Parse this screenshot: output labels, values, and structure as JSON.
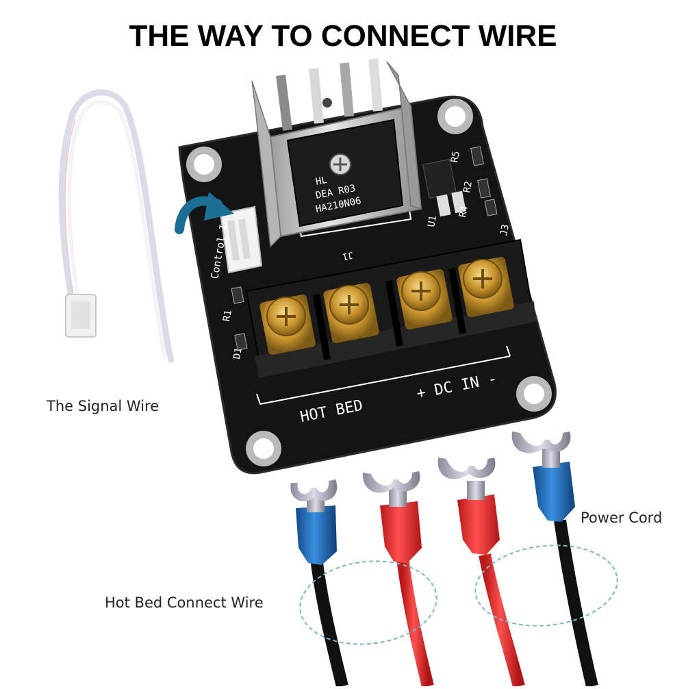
{
  "title": "THE WAY TO CONNECT WIRE",
  "labels": {
    "signal_wire": "The Signal Wire",
    "hot_bed_wire": "Hot Bed Connect Wire",
    "power_cord": "Power Cord"
  },
  "board": {
    "hot_bed": "HOT BED",
    "dc_in": "+ DC IN -",
    "control_in": "Control In",
    "mosfet_marking": [
      "HL",
      "DEA R03",
      "HA210N06"
    ],
    "components": [
      "R5",
      "R2",
      "R4",
      "U1",
      "R1",
      "D1",
      "J3",
      "J1"
    ]
  },
  "colors": {
    "board": "#151515",
    "heatsink": "#c9c9c9",
    "terminal_brass": "#d2a23a",
    "wire_red": "#e52b2b",
    "wire_black": "#111111",
    "lug_blue": "#1f6fc0",
    "arrow": "#1b6f95",
    "dashed_ellipse": "#7fb3c8"
  }
}
